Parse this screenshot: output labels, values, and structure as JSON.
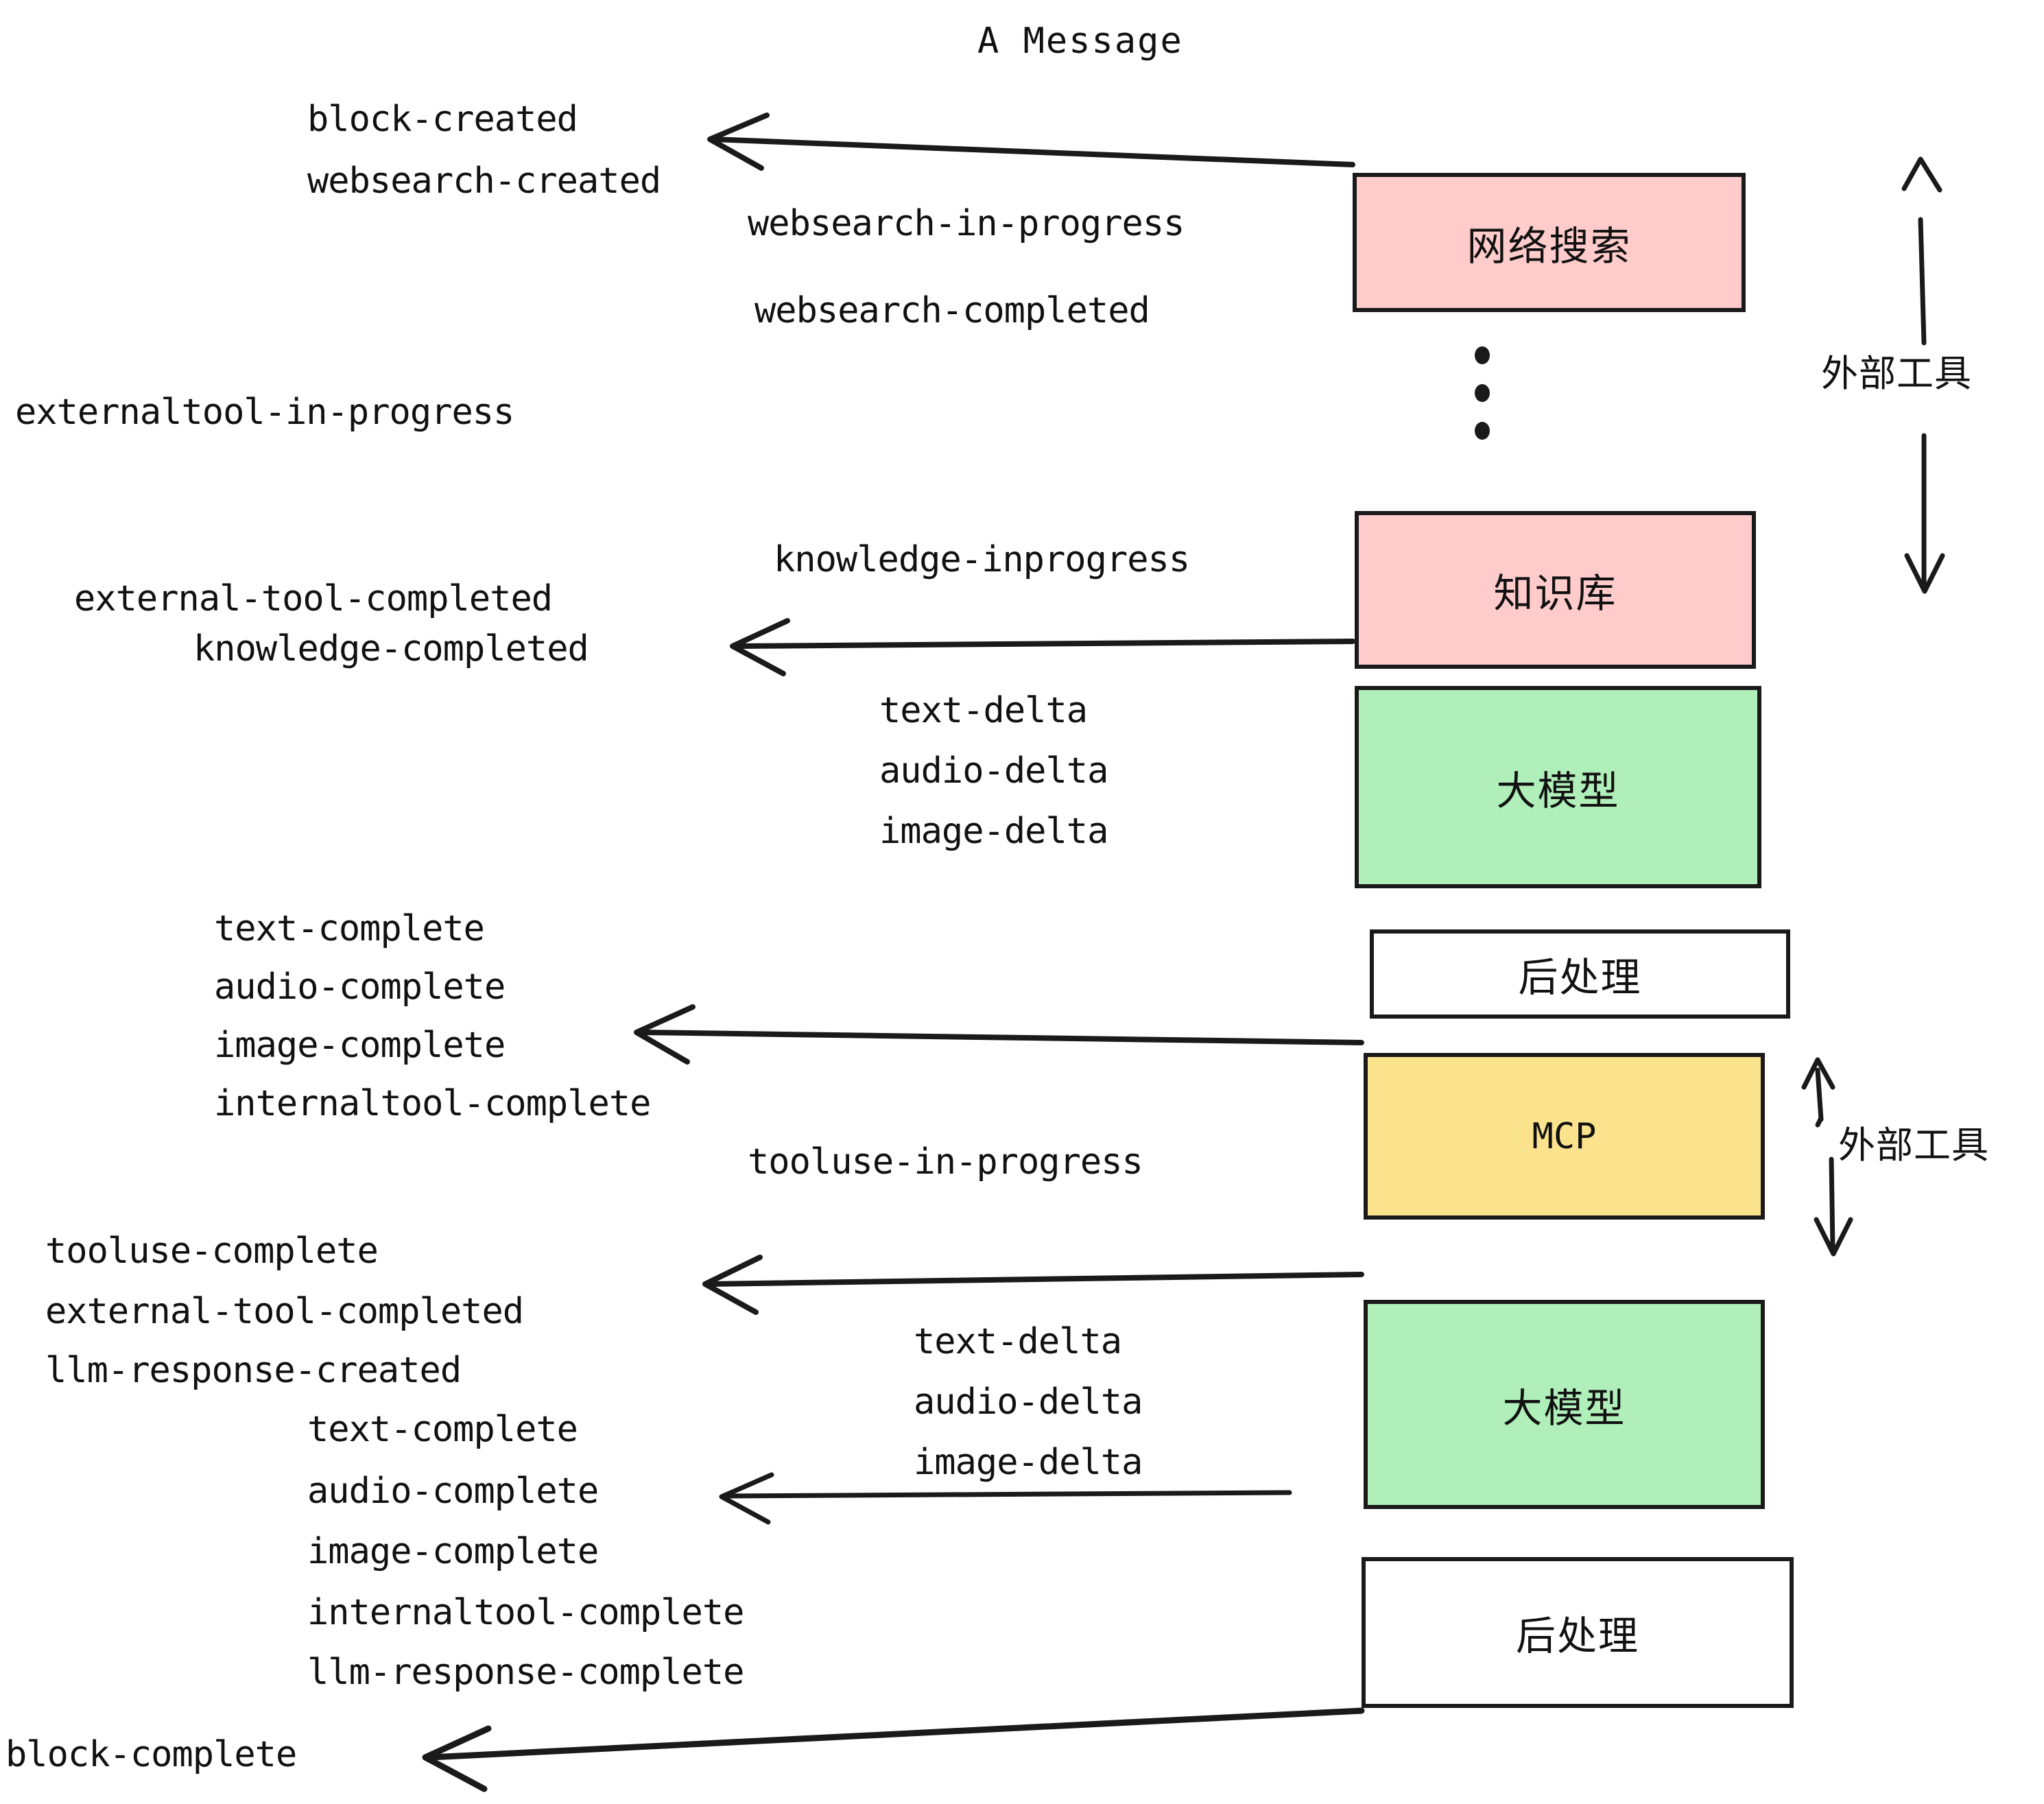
{
  "title": "A Message",
  "colors": {
    "pink": "#FFCCCB",
    "green": "#B0EFB9",
    "yellow": "#FBE38E",
    "white": "#FFFFFF",
    "stroke": "#1a1a1a",
    "text": "#111111"
  },
  "boxes": [
    {
      "label": "网络搜索",
      "fill": "#FFCCCB"
    },
    {
      "label": "知识库",
      "fill": "#FFCCCB"
    },
    {
      "label": "大模型",
      "fill": "#B0EFB9"
    },
    {
      "label": "后处理",
      "fill": "#FFFFFF"
    },
    {
      "label": "MCP",
      "fill": "#FBE38E"
    },
    {
      "label": "大模型",
      "fill": "#B0EFB9"
    },
    {
      "label": "后处理",
      "fill": "#FFFFFF"
    }
  ],
  "side_labels": [
    {
      "text": "外部工具"
    },
    {
      "text": "外部工具"
    }
  ],
  "events": [
    {
      "text": "block-created"
    },
    {
      "text": "websearch-created"
    },
    {
      "text": "websearch-in-progress"
    },
    {
      "text": "websearch-completed"
    },
    {
      "text": "externaltool-in-progress"
    },
    {
      "text": "knowledge-inprogress"
    },
    {
      "text": "external-tool-completed"
    },
    {
      "text": "knowledge-completed"
    },
    {
      "text": "text-delta"
    },
    {
      "text": "audio-delta"
    },
    {
      "text": "image-delta"
    },
    {
      "text": "text-complete"
    },
    {
      "text": "audio-complete"
    },
    {
      "text": "image-complete"
    },
    {
      "text": "internaltool-complete"
    },
    {
      "text": "tooluse-in-progress"
    },
    {
      "text": "tooluse-complete"
    },
    {
      "text": "external-tool-completed"
    },
    {
      "text": "llm-response-created"
    },
    {
      "text": "text-delta"
    },
    {
      "text": "audio-delta"
    },
    {
      "text": "image-delta"
    },
    {
      "text": "text-complete"
    },
    {
      "text": "audio-complete"
    },
    {
      "text": "image-complete"
    },
    {
      "text": "internaltool-complete"
    },
    {
      "text": "llm-response-complete"
    },
    {
      "text": "block-complete"
    }
  ]
}
